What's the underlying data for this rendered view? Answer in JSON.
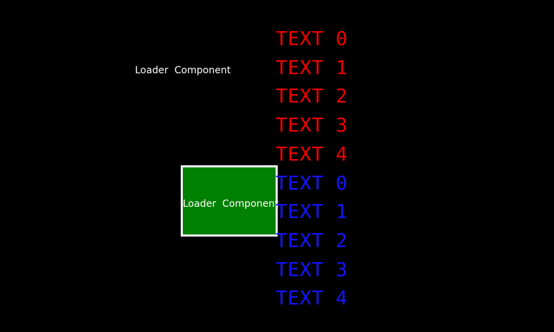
{
  "screen": {
    "background": "#000000"
  },
  "loader_labels": {
    "top": {
      "text": "Loader  Component",
      "color": "#ffffff"
    },
    "box": {
      "text": "Loader  Component",
      "color": "#ffffff"
    }
  },
  "loader_box": {
    "fill": "#008000",
    "border_color": "#ffffff"
  },
  "text_list": {
    "red": {
      "color": "#f00000",
      "items": [
        "TEXT 0",
        "TEXT 1",
        "TEXT 2",
        "TEXT 3",
        "TEXT 4"
      ]
    },
    "blue": {
      "color": "#1414ff",
      "items": [
        "TEXT 0",
        "TEXT 1",
        "TEXT 2",
        "TEXT 3",
        "TEXT 4"
      ]
    }
  }
}
